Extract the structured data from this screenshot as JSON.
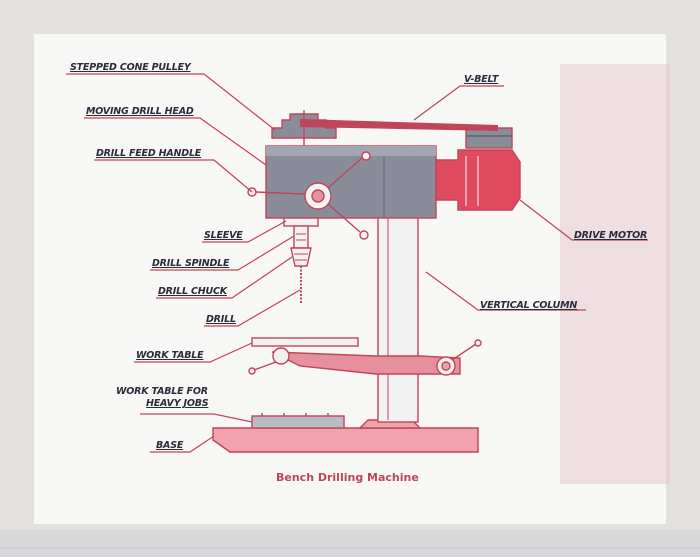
{
  "caption": "Bench Drilling Machine",
  "labels": {
    "stepped_cone_pulley": "STEPPED CONE PULLEY",
    "moving_drill_head": "MOVING DRILL HEAD",
    "drill_feed_handle": "DRILL FEED HANDLE",
    "sleeve": "SLEEVE",
    "drill_spindle": "DRILL SPINDLE",
    "drill_chuck": "DRILL CHUCK",
    "drill": "DRILL",
    "work_table": "WORK TABLE",
    "work_table_heavy_line1": "WORK TABLE FOR",
    "work_table_heavy_line2": "HEAVY JOBS",
    "base": "BASE",
    "v_belt": "V-BELT",
    "drive_motor": "DRIVE MOTOR",
    "vertical_column": "VERTICAL COLUMN"
  },
  "colors": {
    "outline": "#c0455a",
    "red_fill": "#e04a5e",
    "pink_fill": "#f0a2ad",
    "grey_fill": "#8a8d99",
    "light_fill": "#f2f2f2",
    "text": "#2b2b3a"
  }
}
